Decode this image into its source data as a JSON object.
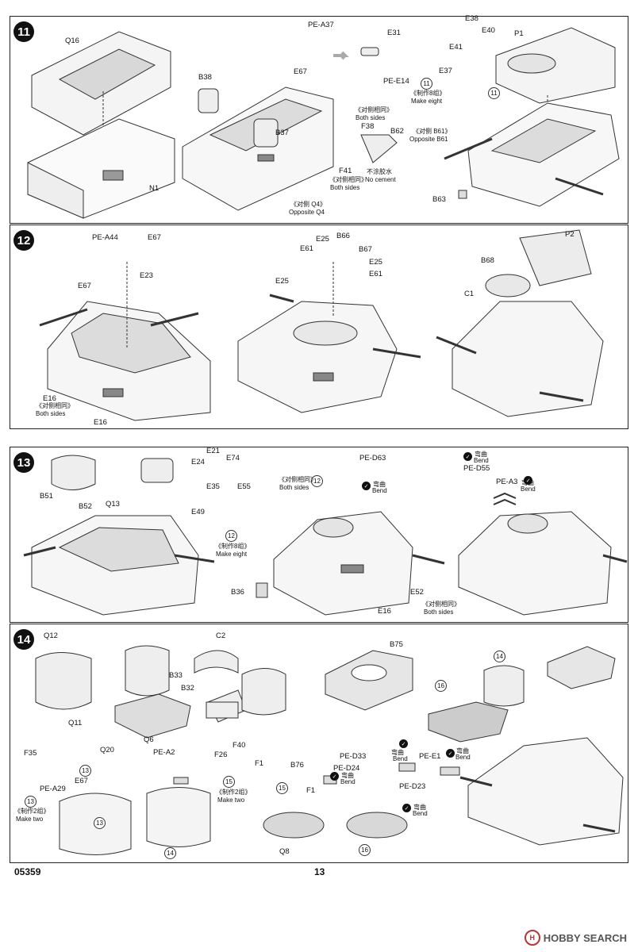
{
  "steps": [
    {
      "number": "11",
      "labels": [
        "Q16",
        "N1",
        "B38",
        "B37",
        "PE-A37",
        "E67",
        "E31",
        "PE-E14",
        "E37",
        "E38",
        "E41",
        "E40",
        "P1",
        "F38",
        "B62",
        "F41",
        "B63"
      ],
      "notes": {
        "make_eight_cn": "《制作8组》",
        "make_eight": "Make eight",
        "both_sides_cn_a": "《对侧相同》",
        "both_sides_a": "Both sides",
        "opposite_b61_cn": "《对侧 B61》",
        "opposite_b61": "Opposite B61",
        "no_cement_cn": "不涂胶水",
        "no_cement": "No cement",
        "both_sides_cn_b": "《对侧相同》",
        "both_sides_b": "Both sides",
        "opposite_q4_cn": "《对侧 Q4》",
        "opposite_q4": "Opposite Q4",
        "ref_a": "11",
        "ref_b": "11"
      }
    },
    {
      "number": "12",
      "labels": [
        "PE-A44",
        "E67",
        "E67",
        "E23",
        "E16",
        "E16",
        "E25",
        "B66",
        "E61",
        "B67",
        "E25",
        "E61",
        "E25",
        "P2",
        "B68",
        "C1"
      ],
      "notes": {
        "both_sides_cn": "《对侧相同》",
        "both_sides": "Both sides"
      }
    },
    {
      "number": "13",
      "labels": [
        "B51",
        "B52",
        "Q13",
        "E24",
        "E21",
        "E35",
        "E74",
        "E55",
        "E49",
        "PE-D63",
        "B36",
        "E52",
        "E16",
        "PE-D55",
        "PE-A3"
      ],
      "notes": {
        "make_eight_cn": "《制作8组》",
        "make_eight": "Make eight",
        "both_sides_cn_a": "《对侧相同》",
        "both_sides_a": "Both sides",
        "bend_cn_a": "弯曲",
        "bend_a": "Bend",
        "both_sides_cn_b": "《对侧相同》",
        "both_sides_b": "Both sides",
        "bend_cn_b": "弯曲",
        "bend_b": "Bend",
        "bend_cn_c": "弯曲",
        "bend_c": "Bend",
        "ref_a": "12",
        "ref_b": "12"
      }
    },
    {
      "number": "14",
      "labels": [
        "Q12",
        "Q11",
        "C2",
        "B33",
        "B32",
        "Q6",
        "Q20",
        "B75",
        "F35",
        "PE-A29",
        "E67",
        "PE-A2",
        "F26",
        "F40",
        "F1",
        "B76",
        "F1",
        "Q8",
        "PE-D33",
        "PE-D24",
        "PE-D23",
        "PE-E1"
      ],
      "notes": {
        "make_two_cn_a": "《制作2组》",
        "make_two_a": "Make two",
        "make_two_cn_b": "《制作2组》",
        "make_two_b": "Make two",
        "bend_cn_a": "弯曲",
        "bend_a": "Bend",
        "bend_cn_b": "弯曲",
        "bend_b": "Bend",
        "bend_cn_c": "弯曲",
        "bend_c": "Bend",
        "bend_cn_d": "弯曲",
        "bend_d": "Bend",
        "ref_13a": "13",
        "ref_13b": "13",
        "ref_13c": "13",
        "ref_14a": "14",
        "ref_14b": "14",
        "ref_15a": "15",
        "ref_15b": "15",
        "ref_16a": "16",
        "ref_16b": "16"
      }
    }
  ],
  "footer": {
    "kit_number": "05359",
    "page_number": "13"
  },
  "watermark": {
    "logo_glyph": "H",
    "text": "HOBBY SEARCH"
  },
  "colors": {
    "ink": "#111111",
    "border": "#222222",
    "gray": "#9a9a9a"
  }
}
